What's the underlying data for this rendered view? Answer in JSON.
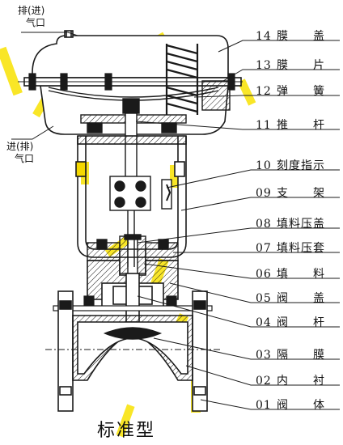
{
  "parts": [
    {
      "num": "14",
      "name": "膜　　盖"
    },
    {
      "num": "13",
      "name": "膜　　片"
    },
    {
      "num": "12",
      "name": "弹　　簧"
    },
    {
      "num": "11",
      "name": "推　　杆"
    },
    {
      "num": "10",
      "name": "刻度指示"
    },
    {
      "num": "09",
      "name": "支　　架"
    },
    {
      "num": "08",
      "name": "填料压盖"
    },
    {
      "num": "07",
      "name": "填料压套"
    },
    {
      "num": "06",
      "name": "填　　料"
    },
    {
      "num": "05",
      "name": "阀　　盖"
    },
    {
      "num": "04",
      "name": "阀　　杆"
    },
    {
      "num": "03",
      "name": "隔　　膜"
    },
    {
      "num": "02",
      "name": "内　　衬"
    },
    {
      "num": "01",
      "name": "阀　　体"
    }
  ],
  "ports": {
    "top_line1": "排(进)",
    "top_line2": "气口",
    "side_line1": "进(排)",
    "side_line2": "气口"
  },
  "caption": "标准型",
  "colors": {
    "line": "#1a1a1a",
    "hatch_yellow": "#f5d800",
    "fill_light": "#ffffff"
  }
}
